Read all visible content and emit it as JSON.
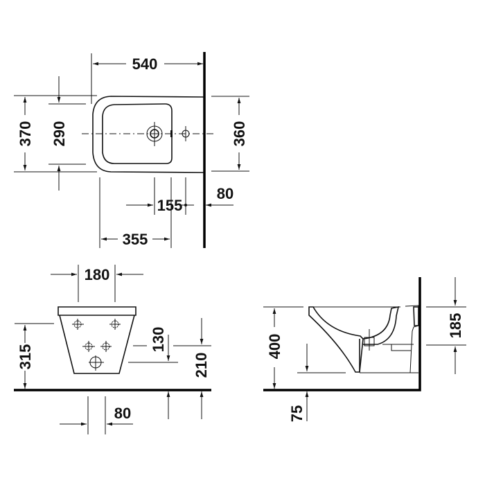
{
  "drawing": {
    "subject": "wall-hung bidet technical dimension drawing",
    "units": "mm",
    "top_view": {
      "dimensions": {
        "overall_depth": "540",
        "overall_width": "370",
        "bowl_width": "290",
        "wall_fixing_width": "360",
        "tap_hole_to_wall": "155",
        "wall_offset": "80",
        "front_to_tap_hole": "355"
      }
    },
    "front_view": {
      "dimensions": {
        "top_width": "180",
        "height_above_line": "315",
        "outlet_height": "130",
        "fixing_height": "210",
        "outlet_spacing": "80"
      }
    },
    "side_view": {
      "dimensions": {
        "rim_height": "400",
        "fixing_bolt_height": "185",
        "floor_offset": "75"
      }
    }
  }
}
